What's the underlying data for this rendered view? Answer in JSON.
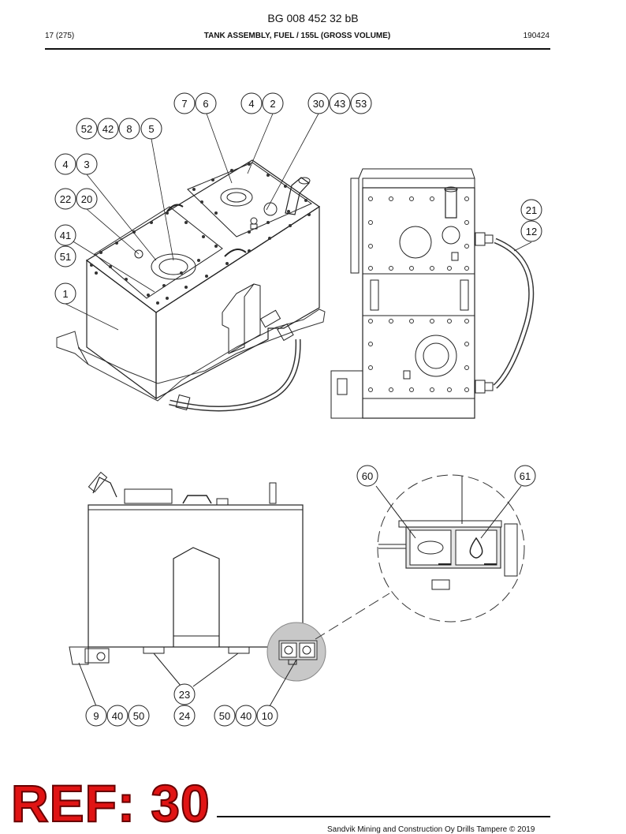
{
  "header": {
    "doc_number": "BG 008 452 32 bB",
    "page": "17 (275)",
    "title": "TANK ASSEMBLY, FUEL / 155L (GROSS VOLUME)",
    "date": "190424"
  },
  "callouts": {
    "c7": "7",
    "c6": "6",
    "c4a": "4",
    "c2": "2",
    "c30": "30",
    "c43": "43",
    "c53": "53",
    "c52": "52",
    "c42": "42",
    "c8": "8",
    "c5": "5",
    "c4b": "4",
    "c3": "3",
    "c22": "22",
    "c20": "20",
    "c41": "41",
    "c51": "51",
    "c1": "1",
    "c21": "21",
    "c12": "12",
    "c60": "60",
    "c61": "61",
    "c23": "23",
    "c9": "9",
    "c40a": "40",
    "c50a": "50",
    "c24": "24",
    "c50b": "50",
    "c40b": "40",
    "c10": "10"
  },
  "stamp": "REF: 30",
  "footer": "Sandvik Mining and Construction Oy Drills Tampere © 2019"
}
